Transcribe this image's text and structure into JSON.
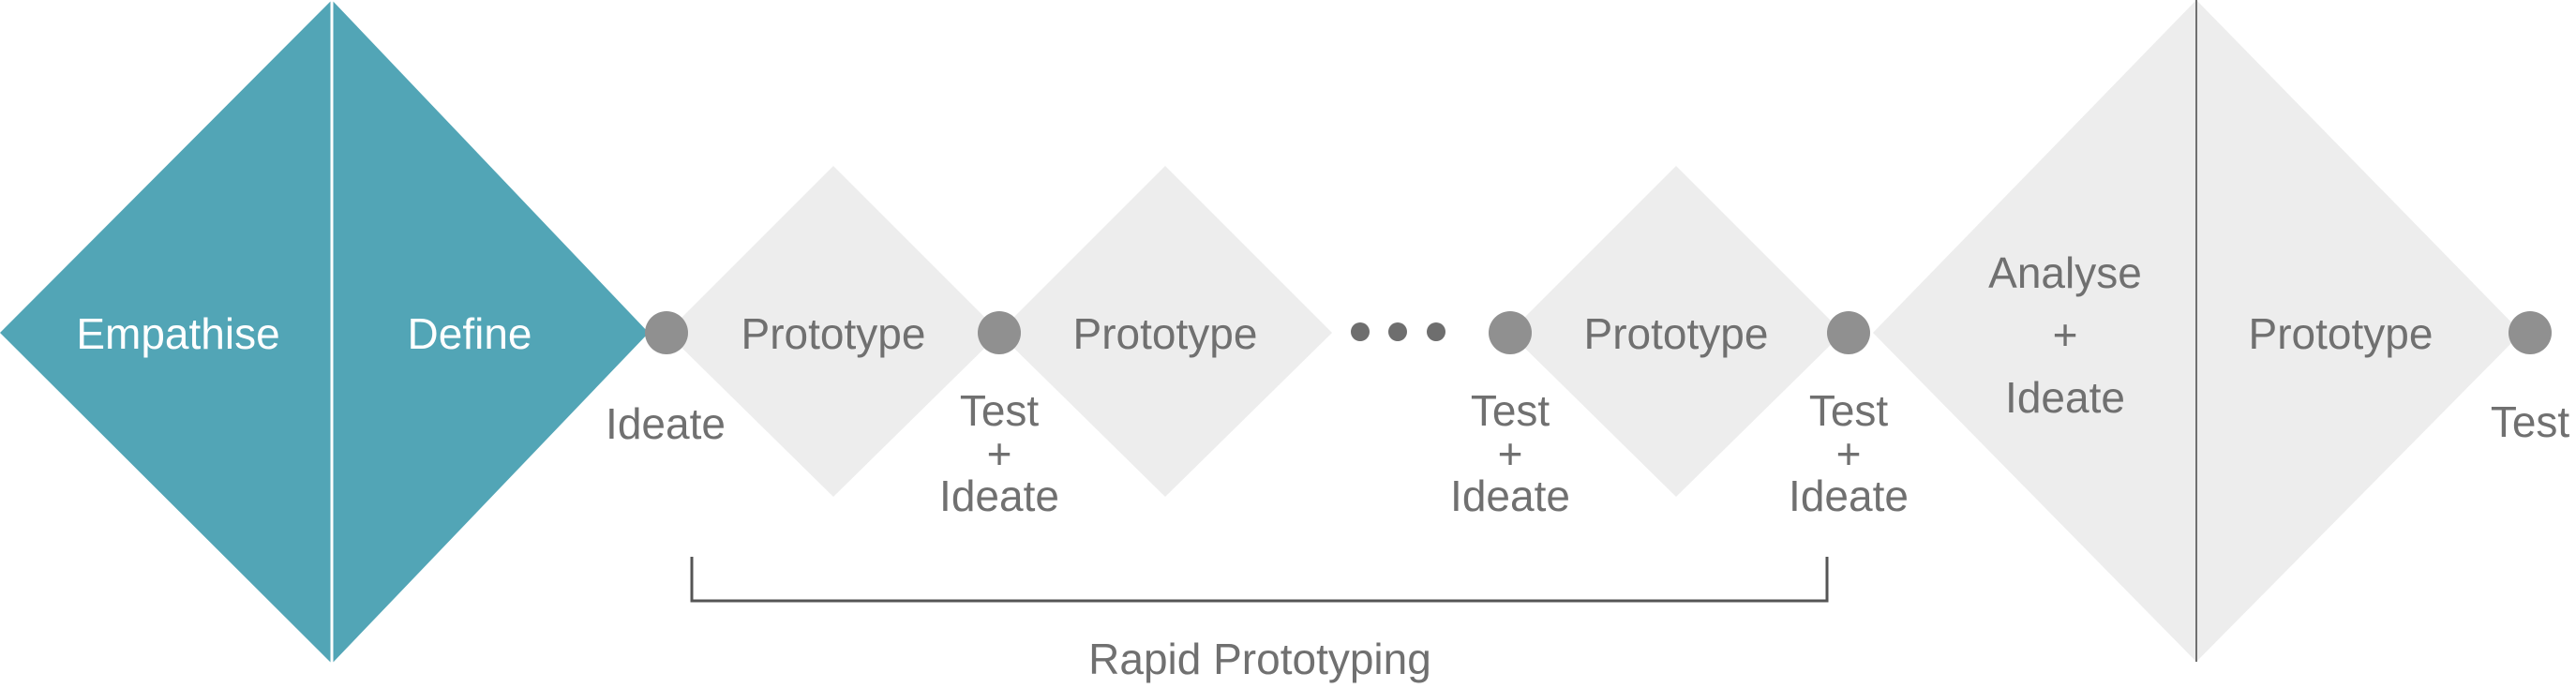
{
  "colors": {
    "teal": "#52a5b6",
    "diamond_gray": "#ededed",
    "node_gray": "#909090",
    "text_gray": "#707070",
    "bracket": "#555555"
  },
  "phases": {
    "empathise": "Empathise",
    "define": "Define"
  },
  "nodes": {
    "ideate_1": "Ideate",
    "prototype_1": "Prototype",
    "prototype_2": "Prototype",
    "prototype_3": "Prototype",
    "prototype_4": "Prototype",
    "test": "Test",
    "plus": "+",
    "ideate": "Ideate",
    "analyse": "Analyse"
  },
  "bracket_label": "Rapid Prototyping"
}
